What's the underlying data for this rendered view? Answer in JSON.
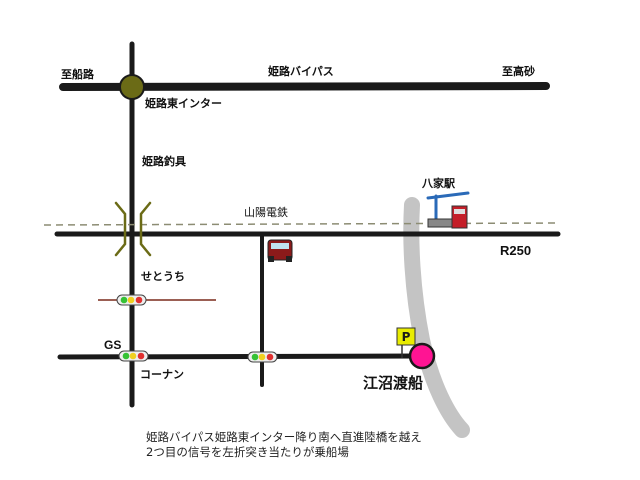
{
  "map": {
    "labels": {
      "to_funaji": "至船路",
      "himeji_bypass": "姫路バイパス",
      "to_takasago": "至高砂",
      "himeji_east_ic": "姫路東インター",
      "himeji_matoba": "姫路釣具",
      "yaka_station": "八家駅",
      "sanyo_railway": "山陽電鉄",
      "r250": "R250",
      "setouchi": "せとうち",
      "gs": "GS",
      "konan": "コーナン",
      "parking": "P",
      "eshinuma_ferry": "江沼渡船"
    },
    "colors": {
      "road": "#1a1a1a",
      "river": "#c4c4c4",
      "railway_dash": "#8c8c73",
      "interchange": "#6b6b16",
      "destination": "#ff1493",
      "parking_sign": "#e8ec00",
      "minor_road": "#7a2a1a"
    }
  },
  "directions": {
    "line1": "姫路バイパス姫路東インター降り南へ直進陸橋を越え",
    "line2": "2つ目の信号を左折突き当たりが乗船場"
  }
}
